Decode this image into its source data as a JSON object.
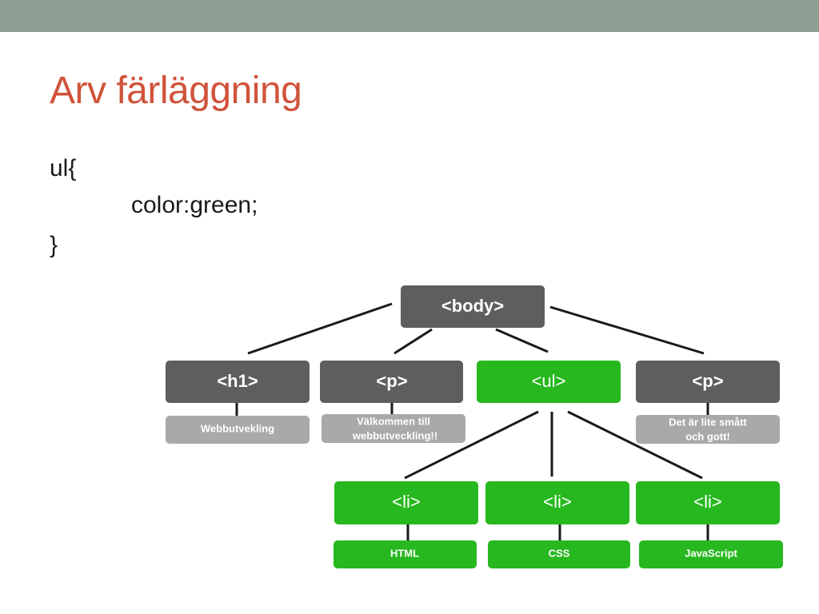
{
  "slide": {
    "title": "Arv färläggning",
    "code_lines": [
      "ul{",
      "color:green;",
      "}"
    ]
  },
  "colors": {
    "topbar": "#8f9e93",
    "title": "#d0533a",
    "dark_node": "#5e5e5e",
    "light_leaf": "#a9a9a9",
    "green_node": "#27b81f"
  },
  "tree": {
    "body": "<body>",
    "h1": "<h1>",
    "p1": "<p>",
    "ul": "<ul>",
    "p2": "<p>",
    "h1_text": "Webbutvekling",
    "p1_text": [
      "Välkommen till",
      "webbutveckling!!"
    ],
    "p2_text": [
      "Det är lite smått",
      "och gott!"
    ],
    "li1": "<li>",
    "li2": "<li>",
    "li3": "<li>",
    "li1_text": "HTML",
    "li2_text": "CSS",
    "li3_text": "JavaScript"
  }
}
